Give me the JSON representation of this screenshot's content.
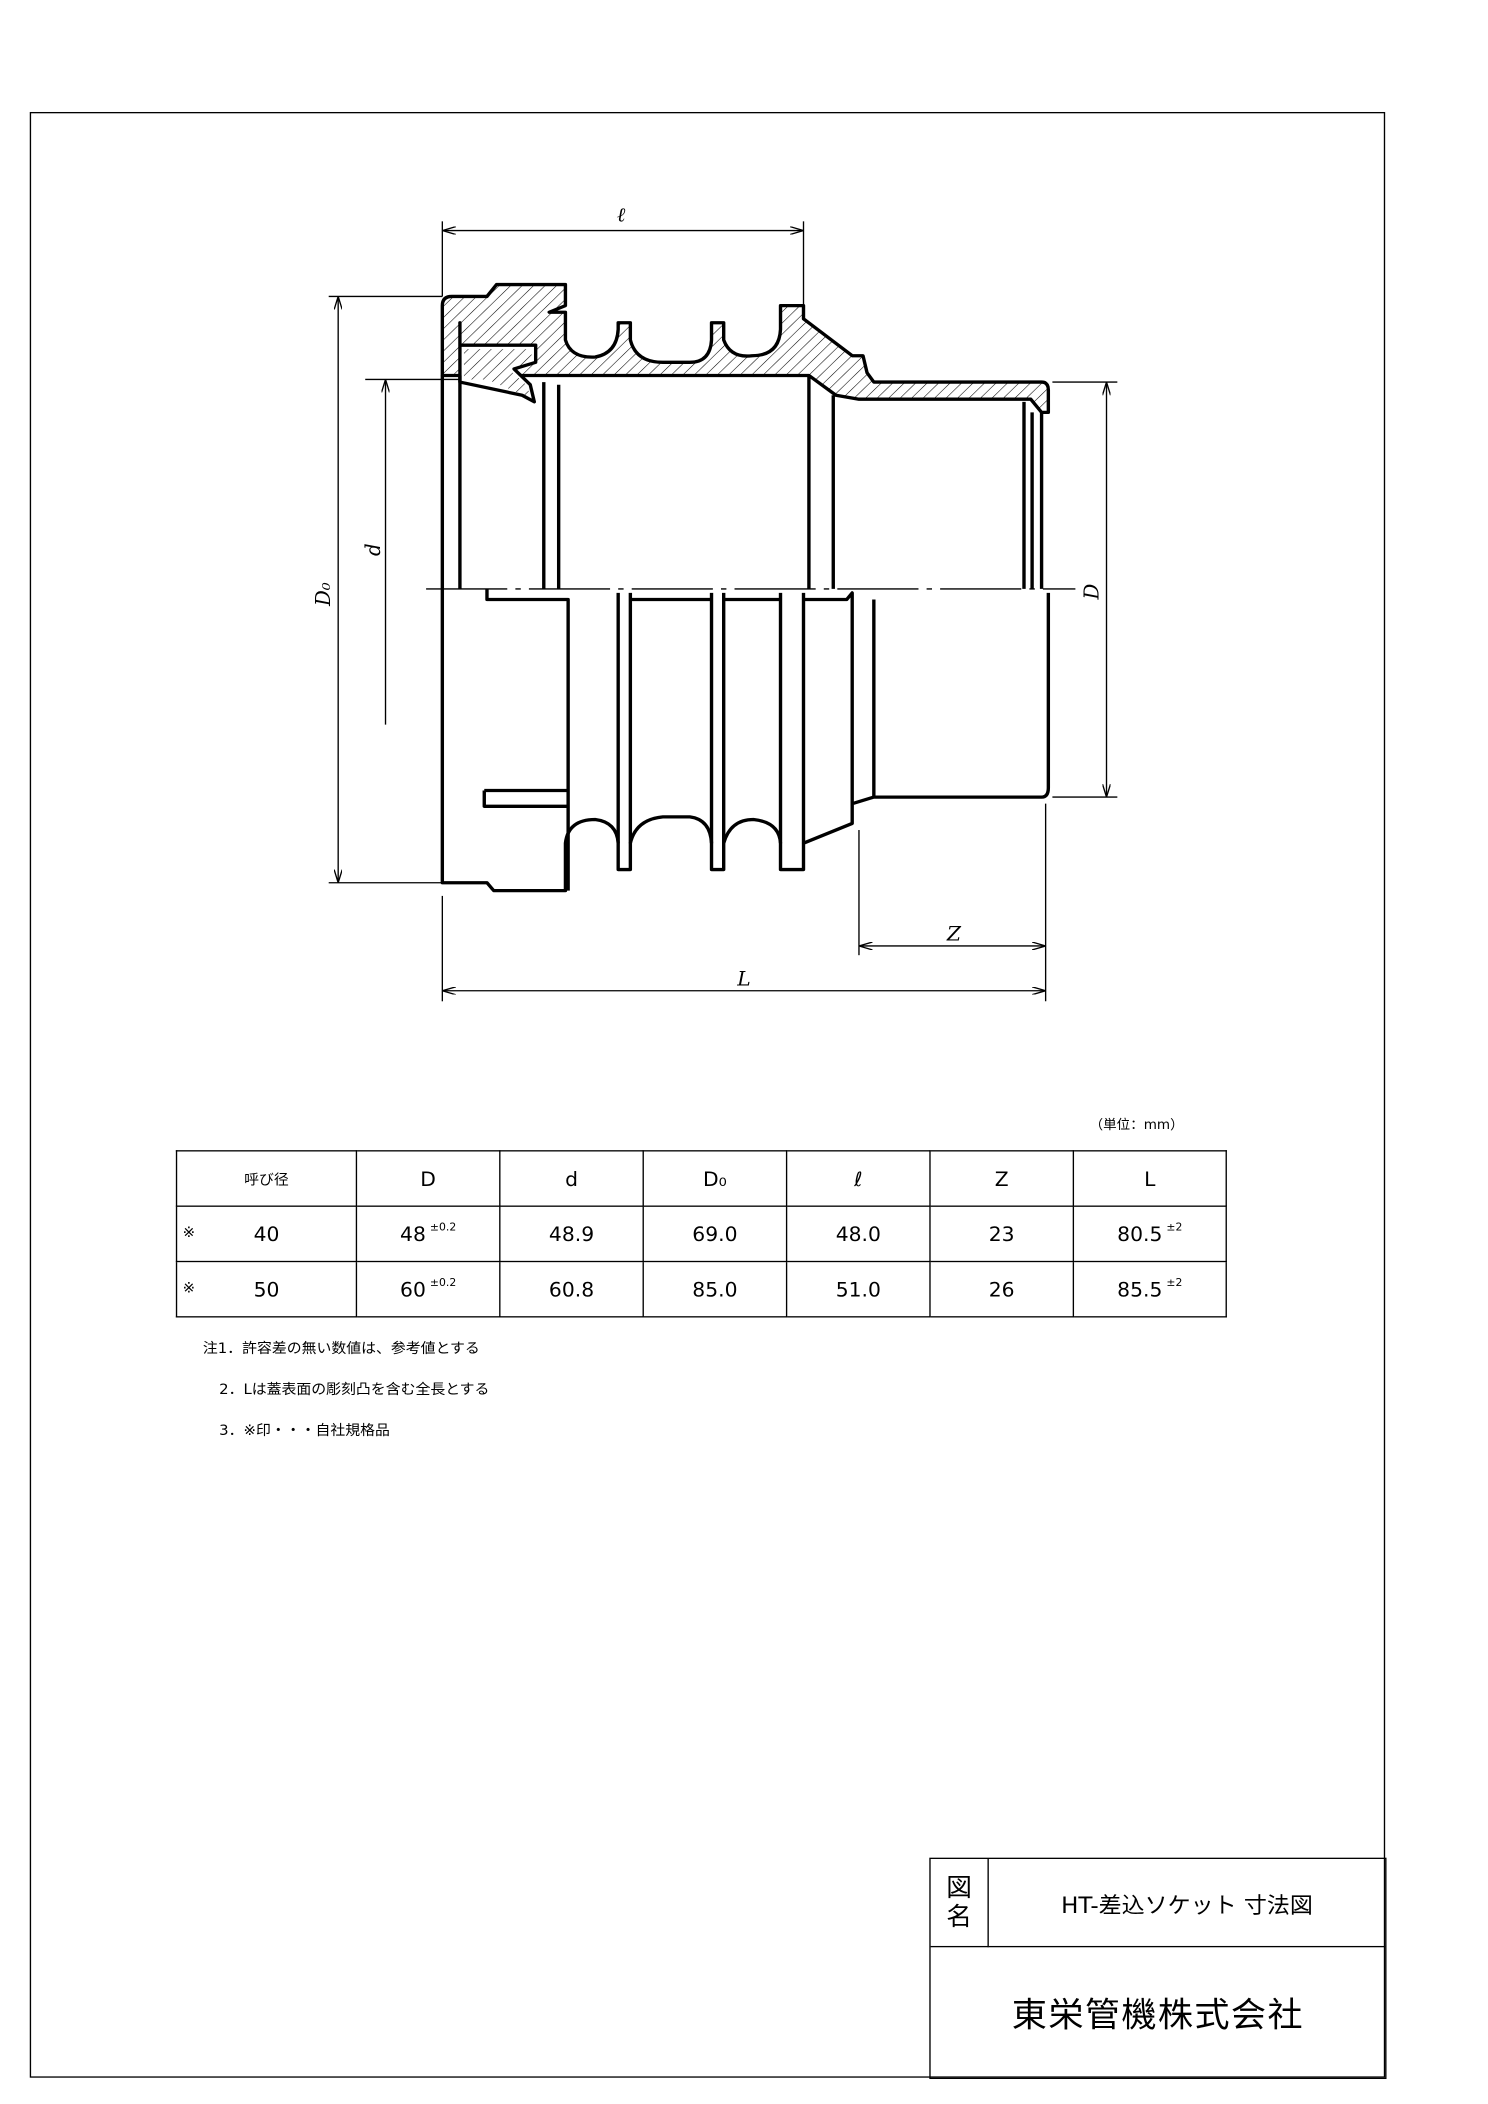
{
  "drawing": {
    "dimension_labels": {
      "l": "ℓ",
      "D0": "D₀",
      "d": "d",
      "D": "D",
      "Z": "Z",
      "L": "L"
    }
  },
  "table": {
    "unit": "（単位：mm）",
    "headers": [
      "呼び径",
      "D",
      "d",
      "D₀",
      "ℓ",
      "Z",
      "L"
    ],
    "rows": [
      {
        "mark": "※",
        "size": "40",
        "D": "48",
        "D_tol": "±0.2",
        "d": "48.9",
        "D0": "69.0",
        "l": "48.0",
        "Z": "23",
        "L": "80.5",
        "L_tol": "±2"
      },
      {
        "mark": "※",
        "size": "50",
        "D": "60",
        "D_tol": "±0.2",
        "d": "60.8",
        "D0": "85.0",
        "l": "51.0",
        "Z": "26",
        "L": "85.5",
        "L_tol": "±2"
      }
    ]
  },
  "notes": [
    "注1．許容差の無い数値は、参考値とする",
    "2．Lは蓋表面の彫刻凸を含む全長とする",
    "3．※印・・・自社規格品"
  ],
  "title_block": {
    "label": [
      "図",
      "名"
    ],
    "drawing_name": "HT-差込ソケット 寸法図",
    "company": "東栄管機株式会社"
  },
  "colors": {
    "line": "#000000",
    "background": "#ffffff"
  }
}
